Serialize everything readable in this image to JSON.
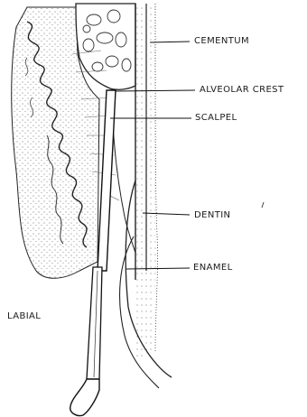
{
  "labels": {
    "cementum": "CEMENTUM",
    "alveolar_crest": "ALVEOLAR CREST",
    "scalpel": "SCALPEL",
    "dentin": "DENTIN",
    "enamel": "ENAMEL",
    "labial": "LABIAL"
  },
  "colors": {
    "ink": "#1a1a1a",
    "stipple": "#555555",
    "background": "#ffffff"
  }
}
